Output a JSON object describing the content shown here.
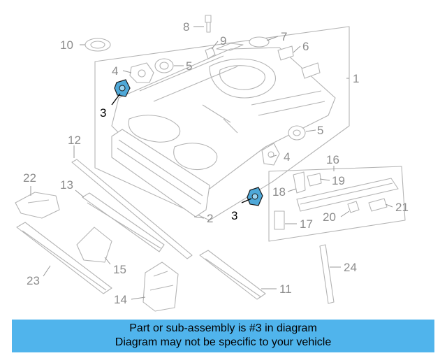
{
  "diagram": {
    "callouts": [
      "1",
      "2",
      "3",
      "3",
      "4",
      "4",
      "5",
      "5",
      "6",
      "7",
      "8",
      "9",
      "10",
      "11",
      "12",
      "13",
      "14",
      "15",
      "16",
      "17",
      "18",
      "19",
      "20",
      "21",
      "22",
      "23",
      "24"
    ],
    "highlighted_part": "3"
  },
  "banner": {
    "line1": "Part or sub-assembly is #3 in diagram",
    "line2": "Diagram may not be specific to your vehicle",
    "background": "#50b4ec"
  },
  "colors": {
    "line_art": "#b4b4b4",
    "callout_text": "#8c8c8c",
    "highlight_fill": "#4ea8d8"
  }
}
